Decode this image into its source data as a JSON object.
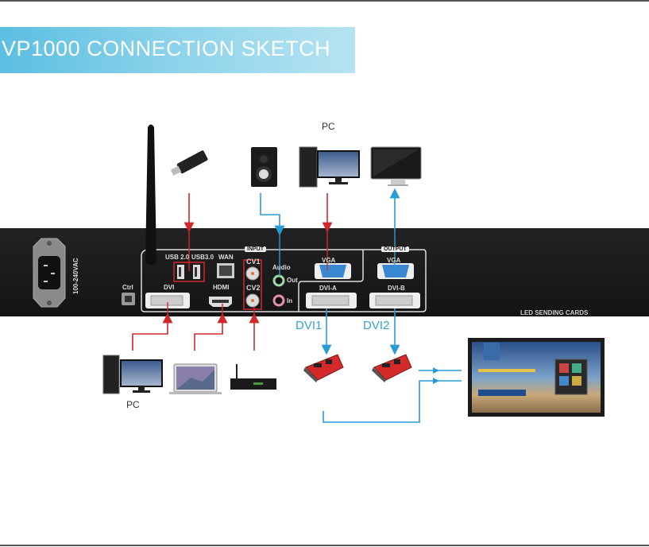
{
  "title": "VP1000 CONNECTION SKETCH",
  "colors": {
    "banner_start": "#5bbfe2",
    "banner_end": "#b6e3f2",
    "input_line": "#d0282a",
    "output_line": "#2a9bd6",
    "chassis": "#1a1a1a"
  },
  "device": {
    "power_label": "100-240VAC",
    "ctrl_label": "Ctrl",
    "input_badge": "INPUT",
    "output_badge": "OUTPUT",
    "ports": {
      "dvi": "DVI",
      "usb2": "USB 2.0",
      "usb3": "USB3.0",
      "wan": "WAN",
      "hdmi": "HDMI",
      "cv1": "CV1",
      "cv2": "CV2",
      "audio": "Audio",
      "audio_out": "Out",
      "audio_in": "In",
      "vga_in": "VGA",
      "vga_out": "VGA",
      "dvi_a": "DVI-A",
      "dvi_b": "DVI-B"
    },
    "led_cards_label": "LED SENDING CARDS"
  },
  "top_devices": {
    "pc_label": "PC",
    "items": [
      "usb-flash-drive",
      "speaker",
      "desktop-pc",
      "monitor"
    ]
  },
  "bottom_devices": {
    "pc_label": "PC",
    "items": [
      "desktop-pc",
      "laptop",
      "set-top-box"
    ]
  },
  "outputs": {
    "dvi1_label": "DVI1",
    "dvi2_label": "DVI2",
    "items": [
      "led-sending-card-1",
      "led-sending-card-2",
      "led-display-screen"
    ]
  }
}
